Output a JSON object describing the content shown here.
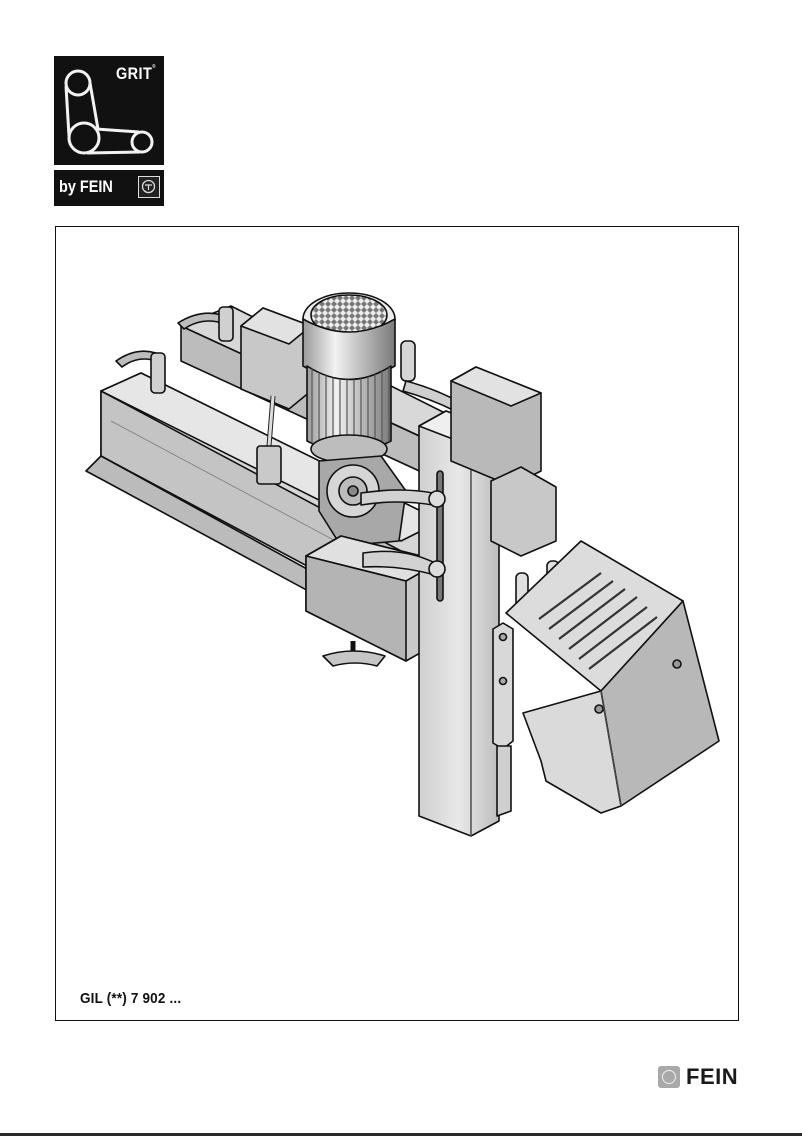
{
  "logo": {
    "brand_word": "GRIT",
    "trademark": "®",
    "byline": "by FEIN"
  },
  "figure": {
    "description": "Isometric line drawing of GRIT belt grinding machine with motor, swivel column, handles and protective hood",
    "model_code": "GIL (**) 7 902 ..."
  },
  "footer": {
    "brand": "FEIN"
  },
  "colors": {
    "ink": "#111111",
    "metal_light": "#dcdcdc",
    "metal_mid": "#bdbdbd",
    "metal_dark": "#8f8f8f",
    "fein_emblem": "#a9a9a9"
  }
}
